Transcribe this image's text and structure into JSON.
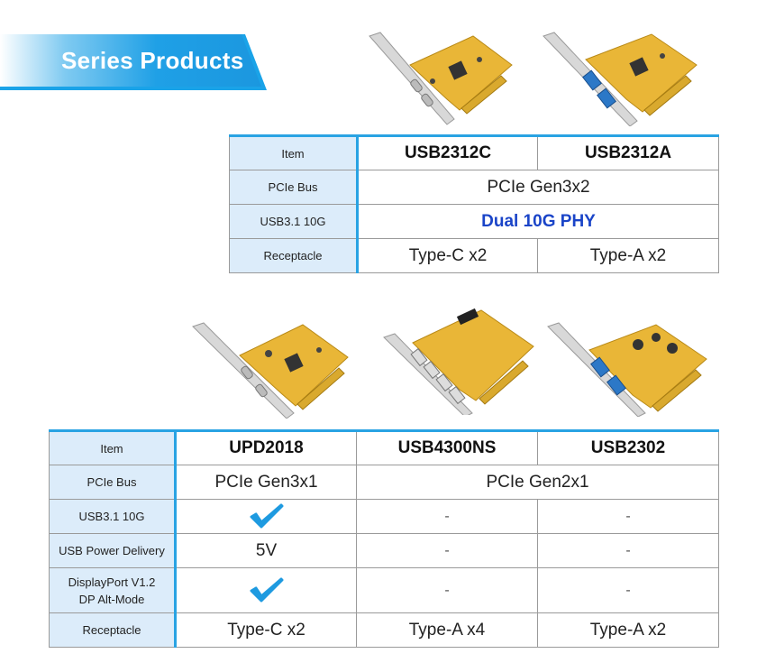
{
  "banner": {
    "title": "Series Products"
  },
  "colors": {
    "accent_blue": "#29a3e3",
    "header_cell_bg": "#dcecfa",
    "highlight_text": "#1a44c8",
    "check": "#1e9ae0",
    "card_pcb": "#e9b637"
  },
  "table1": {
    "header": {
      "item": "Item",
      "col1": "USB2312C",
      "col2": "USB2312A"
    },
    "rows": {
      "pcie": {
        "label": "PCIe Bus",
        "value": "PCIe Gen3x2"
      },
      "usb31": {
        "label": "USB3.1 10G",
        "value": "Dual 10G PHY"
      },
      "receptacle": {
        "label": "Receptacle",
        "col1": "Type-C x2",
        "col2": "Type-A x2"
      }
    }
  },
  "table2": {
    "header": {
      "item": "Item",
      "col1": "UPD2018",
      "col2": "USB4300NS",
      "col3": "USB2302"
    },
    "rows": {
      "pcie": {
        "label": "PCIe Bus",
        "col1": "PCIe Gen3x1",
        "col23": "PCIe Gen2x1"
      },
      "usb31": {
        "label": "USB3.1 10G",
        "col1_icon": "checkmark-icon",
        "col2": "-",
        "col3": "-"
      },
      "pd": {
        "label": "USB Power Delivery",
        "col1": "5V",
        "col2": "-",
        "col3": "-"
      },
      "dp": {
        "label_line1": "DisplayPort V1.2",
        "label_line2": "DP Alt-Mode",
        "col1_icon": "checkmark-icon",
        "col2": "-",
        "col3": "-"
      },
      "receptacle": {
        "label": "Receptacle",
        "col1": "Type-C x2",
        "col2": "Type-A x4",
        "col3": "Type-A x2"
      }
    }
  },
  "products": [
    {
      "icon": "pcie-card-usb-c-image"
    },
    {
      "icon": "pcie-card-usb-a-image"
    },
    {
      "icon": "pcie-card-usb-c-dual-image"
    },
    {
      "icon": "pcie-card-usb-a-quad-image"
    },
    {
      "icon": "pcie-card-usb-a-blue-image"
    }
  ]
}
